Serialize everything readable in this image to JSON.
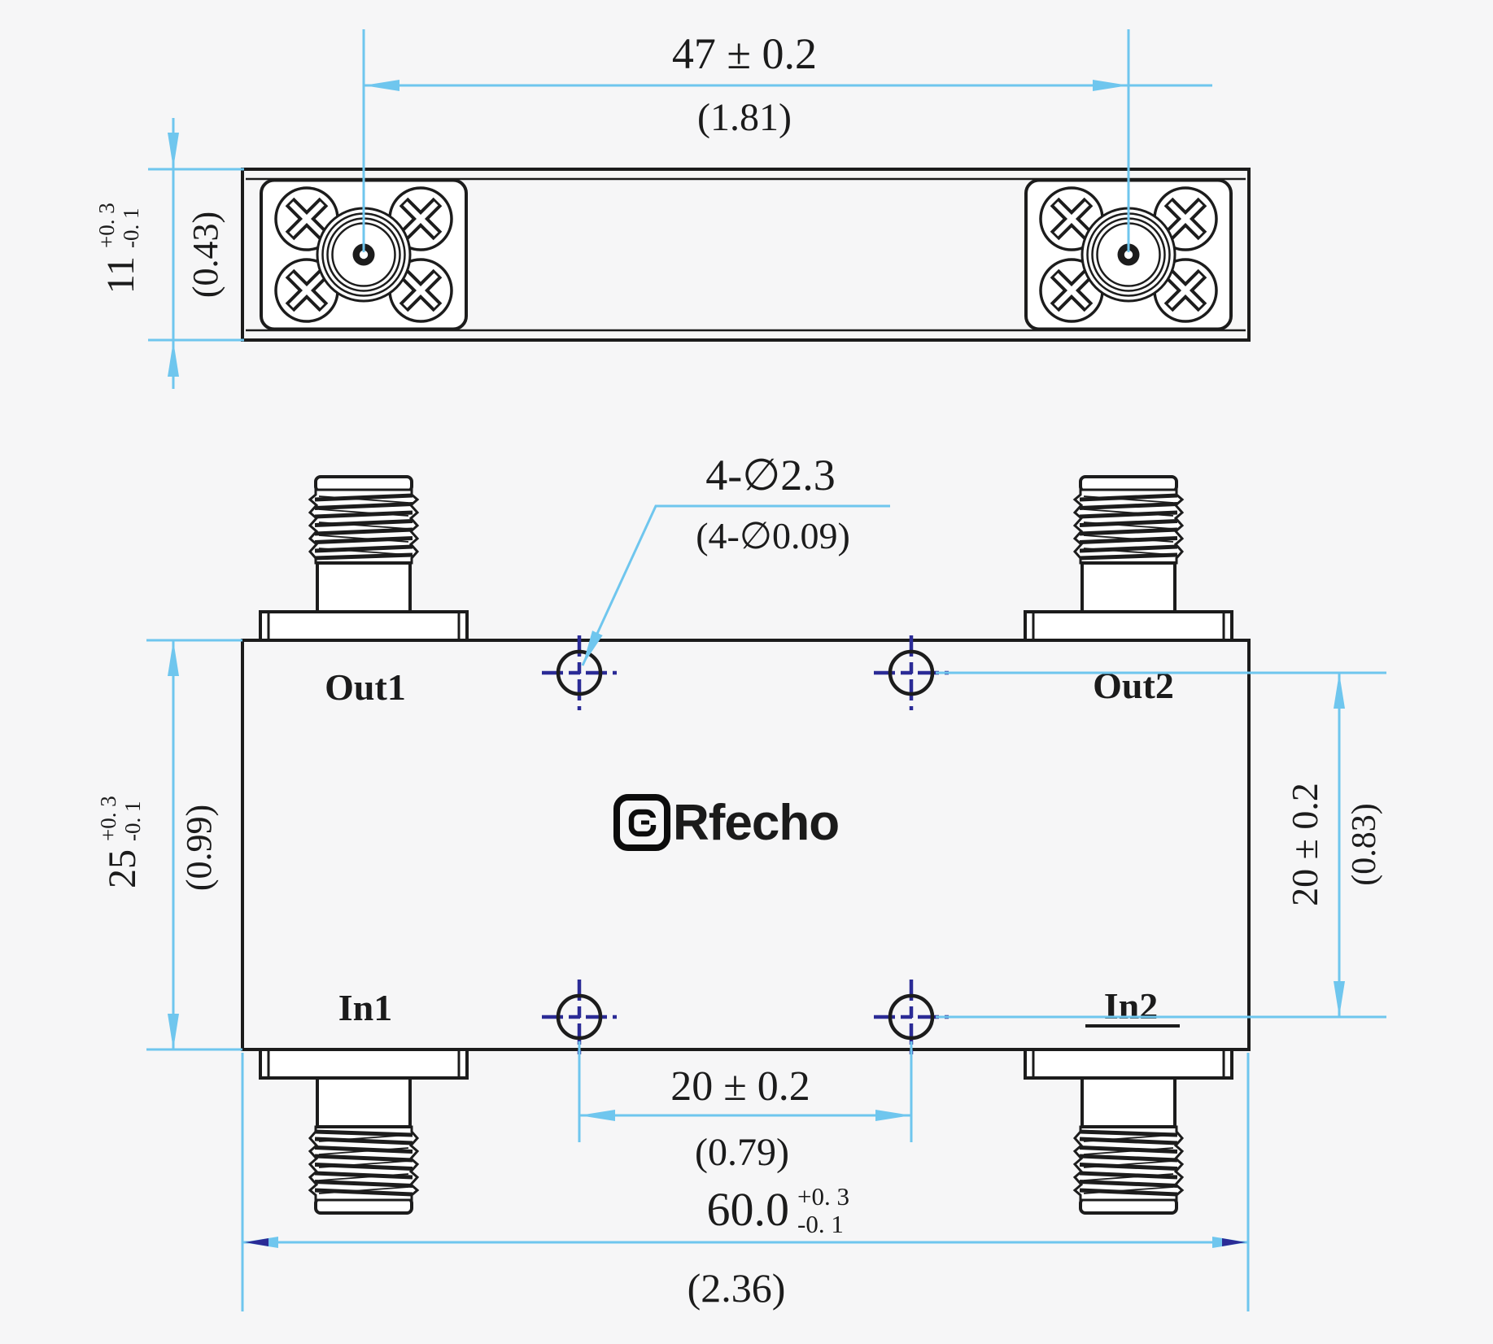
{
  "drawing": {
    "brand": {
      "logo_text": "Rfecho"
    },
    "port_labels": {
      "out1": "Out1",
      "out2": "Out2",
      "in1": "In1",
      "in2": "In2"
    },
    "dimensions": {
      "connector_spacing": {
        "mm": "47 ± 0.2",
        "inch": "(1.81)"
      },
      "body_thickness": {
        "mm": "11",
        "tol_plus": "+0. 3",
        "tol_minus": "-0. 1",
        "inch": "(0.43)"
      },
      "mounting_holes": {
        "mm": "4-∅2.3",
        "inch": "(4-∅0.09)"
      },
      "body_width": {
        "mm": "25",
        "tol_plus": "+0. 3",
        "tol_minus": "-0. 1",
        "inch": "(0.99)"
      },
      "hole_spacing_vertical": {
        "mm": "20 ± 0.2",
        "inch": "(0.83)"
      },
      "hole_spacing_horizontal": {
        "mm": "20 ± 0.2",
        "inch": "(0.79)"
      },
      "body_length": {
        "mm": "60.0",
        "tol_plus": "+0. 3",
        "tol_minus": "-0. 1",
        "inch": "(2.36)"
      }
    },
    "colors": {
      "dim_blue": "#6fc6ee",
      "centerline_navy": "#2b2b96",
      "ink": "#1c1c1c",
      "background": "#f6f6f7"
    }
  }
}
